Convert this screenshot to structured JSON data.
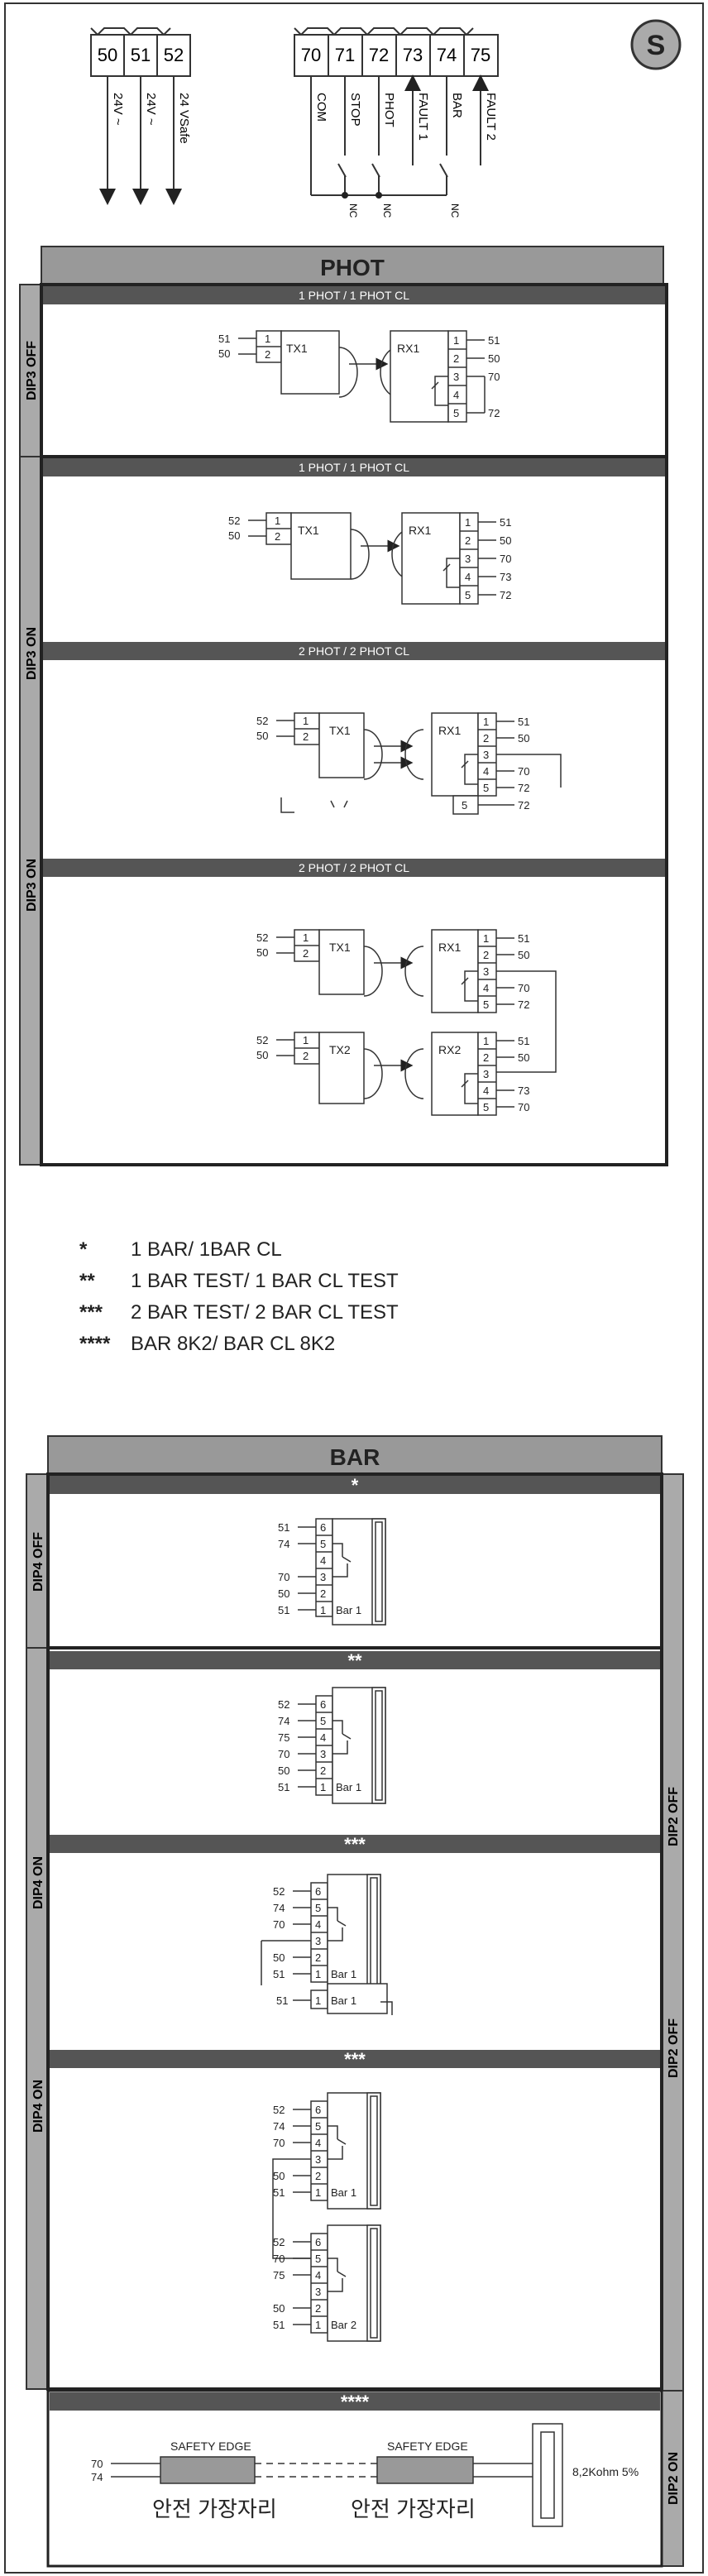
{
  "badge": "S",
  "terminals_left": [
    "50",
    "51",
    "52"
  ],
  "terminals_left_labels": [
    "24V ~",
    "24V ~",
    "24 VSafe"
  ],
  "terminals_right": [
    "70",
    "71",
    "72",
    "73",
    "74",
    "75"
  ],
  "terminals_right_labels": [
    "COM",
    "STOP",
    "PHOT",
    "FAULT 1",
    "BAR",
    "FAULT 2"
  ],
  "nc": "NC",
  "phot": {
    "title": "PHOT",
    "sections": [
      {
        "header": "1 PHOT / 1 PHOT CL",
        "dip": "DIP3 OFF"
      },
      {
        "header": "1 PHOT / 1 PHOT CL",
        "dip": "DIP3 ON"
      },
      {
        "header": "2 PHOT / 2 PHOT CL",
        "dip": "DIP3 ON"
      },
      {
        "header": "2 PHOT / 2 PHOT CL",
        "dip": ""
      }
    ],
    "tx1": "TX1",
    "tx2": "TX2",
    "rx1": "RX1",
    "rx2": "RX2"
  },
  "legend": [
    {
      "key": "*",
      "text": "1 BAR/ 1BAR CL"
    },
    {
      "key": "**",
      "text": "1 BAR TEST/ 1 BAR CL TEST"
    },
    {
      "key": "***",
      "text": "2 BAR TEST/ 2 BAR CL TEST"
    },
    {
      "key": "****",
      "text": "BAR 8K2/ BAR CL 8K2"
    }
  ],
  "bar": {
    "title": "BAR",
    "sections": [
      {
        "header": "*",
        "dip_left": "DIP4 OFF"
      },
      {
        "header": "**",
        "dip_left": "DIP4 ON"
      },
      {
        "header": "***",
        "dip_left": ""
      },
      {
        "header": "***",
        "dip_left": "DIP4 ON"
      },
      {
        "header": "****",
        "dip_left": ""
      }
    ],
    "dip_right": [
      "DIP2 OFF",
      "DIP2 OFF",
      "DIP2 ON"
    ],
    "bar1": "Bar 1",
    "bar2": "Bar 2"
  },
  "safety": {
    "edge_label": "SAFETY EDGE",
    "korean": "안전 가장자리",
    "resistor": "8,2Kohm 5%",
    "wires": [
      "70",
      "74"
    ]
  }
}
